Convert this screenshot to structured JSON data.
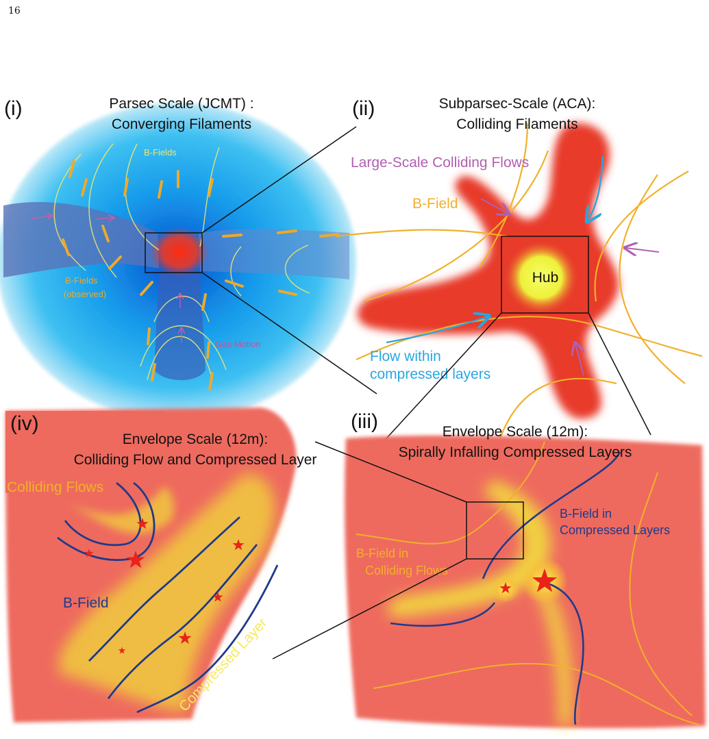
{
  "page": {
    "number": "16"
  },
  "colors": {
    "red": "#e83a2a",
    "salmon": "#ee6a5e",
    "yellow": "#f2e23c",
    "orange_field": "#f0b12a",
    "navy_field": "#1f3a8a",
    "cyan_flow": "#2aa6e0",
    "purple_flow": "#b060b0",
    "blue_disk": "#1aa3ec"
  },
  "panels": {
    "i": {
      "label": "(i)",
      "title_line1": "Parsec Scale (JCMT) :",
      "title_line2": "Converging Filaments",
      "annotations": {
        "b_fields": "B-Fields",
        "b_fields_observed_1": "B-Fields",
        "b_fields_observed_2": "(observed)",
        "gas_motion": "Gas Motion"
      }
    },
    "ii": {
      "label": "(ii)",
      "title_line1": "Subparsec-Scale (ACA):",
      "title_line2": "Colliding Filaments",
      "annotations": {
        "large_scale_flows": "Large-Scale Colliding Flows",
        "b_field": "B-Field",
        "hub": "Hub",
        "flow_within_1": "Flow within",
        "flow_within_2": "compressed layers"
      }
    },
    "iii": {
      "label": "(iii)",
      "title_line1": "Envelope Scale (12m):",
      "title_line2": "Spirally Infalling Compressed Layers",
      "annotations": {
        "b_field_compressed_1": "B-Field in",
        "b_field_compressed_2": "Compressed Layers",
        "b_field_colliding_1": "B-Field in",
        "b_field_colliding_2": "Colliding Flows"
      }
    },
    "iv": {
      "label": "(iv)",
      "title_line1": "Envelope Scale (12m):",
      "title_line2": "Colliding Flow and Compressed Layer",
      "annotations": {
        "colliding_flows": "Colliding Flows",
        "b_field": "B-Field",
        "compressed_layer": "Compressed Layer"
      }
    }
  }
}
